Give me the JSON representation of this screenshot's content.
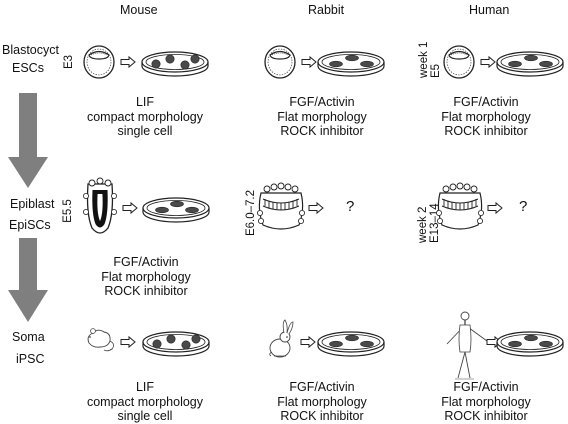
{
  "columns": {
    "mouse": "Mouse",
    "rabbit": "Rabbit",
    "human": "Human"
  },
  "rows": {
    "blastocyst": {
      "label1": "Blastocyct",
      "label2": "ESCs"
    },
    "epiblast": {
      "label1": "Epiblast",
      "label2": "EpiSCs"
    },
    "soma": {
      "label1": "Soma",
      "label2": "iPSC"
    }
  },
  "stages": {
    "mouse_blast": "E3",
    "human_blast_1": "week 1",
    "human_blast_2": "E5",
    "mouse_epi": "E5.5",
    "rabbit_epi": "E6.0–7.2",
    "human_epi_1": "week 2",
    "human_epi_2": "E13–14"
  },
  "conditions": {
    "mouse_esc": [
      "LIF",
      "compact morphology",
      "single cell"
    ],
    "rabbit_esc": [
      "FGF/Activin",
      "Flat morphology",
      "ROCK inhibitor"
    ],
    "human_esc": [
      "FGF/Activin",
      "Flat morphology",
      "ROCK inhibitor"
    ],
    "mouse_epi": [
      "FGF/Activin",
      "Flat morphology",
      "ROCK inhibitor"
    ],
    "mouse_ipsc": [
      "LIF",
      "compact morphology",
      "single cell"
    ],
    "rabbit_ipsc": [
      "FGF/Activin",
      "Flat morphology",
      "ROCK inhibitor"
    ],
    "human_ipsc": [
      "FGF/Activin",
      "Flat morphology",
      "ROCK inhibitor"
    ]
  },
  "unknown": {
    "rabbit": "?",
    "human": "?"
  },
  "colors": {
    "arrow_gray": "#7f7f7f",
    "colony_fill": "#4a4a4a",
    "line": "#222222"
  }
}
